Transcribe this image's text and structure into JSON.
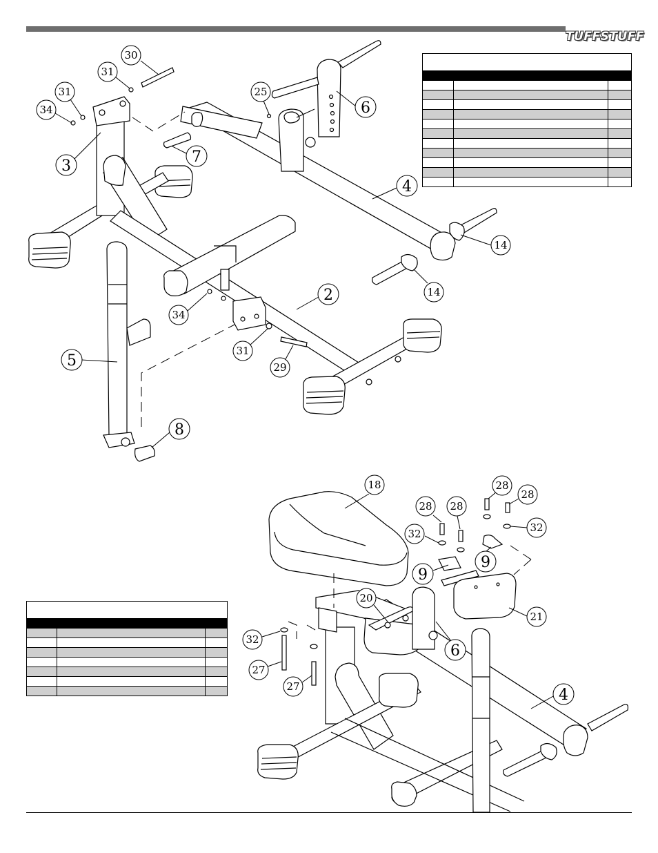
{
  "brand": {
    "logo_text": "TUFFSTUFF"
  },
  "tables": {
    "top_right": {
      "rows": 11,
      "shaded_rows": [
        1,
        3,
        5,
        7,
        9
      ]
    },
    "bottom_left": {
      "rows": 7,
      "shaded_rows": [
        0,
        2,
        4,
        6
      ]
    }
  },
  "callouts": {
    "upper": {
      "c30": "30",
      "c31a": "31",
      "c31b": "31",
      "c34a": "34",
      "c3": "3",
      "c25": "25",
      "c6": "6",
      "c7": "7",
      "c4": "4",
      "c14a": "14",
      "c14b": "14",
      "c34b": "34",
      "c2": "2",
      "c5": "5",
      "c31c": "31",
      "c29": "29",
      "c8": "8"
    },
    "lower": {
      "c18": "18",
      "c28a": "28",
      "c28b": "28",
      "c28c": "28",
      "c28d": "28",
      "c32a": "32",
      "c32b": "32",
      "c9a": "9",
      "c9b": "9",
      "c20": "20",
      "c21": "21",
      "c6": "6",
      "c32c": "32",
      "c27a": "27",
      "c27b": "27",
      "c4": "4"
    }
  }
}
